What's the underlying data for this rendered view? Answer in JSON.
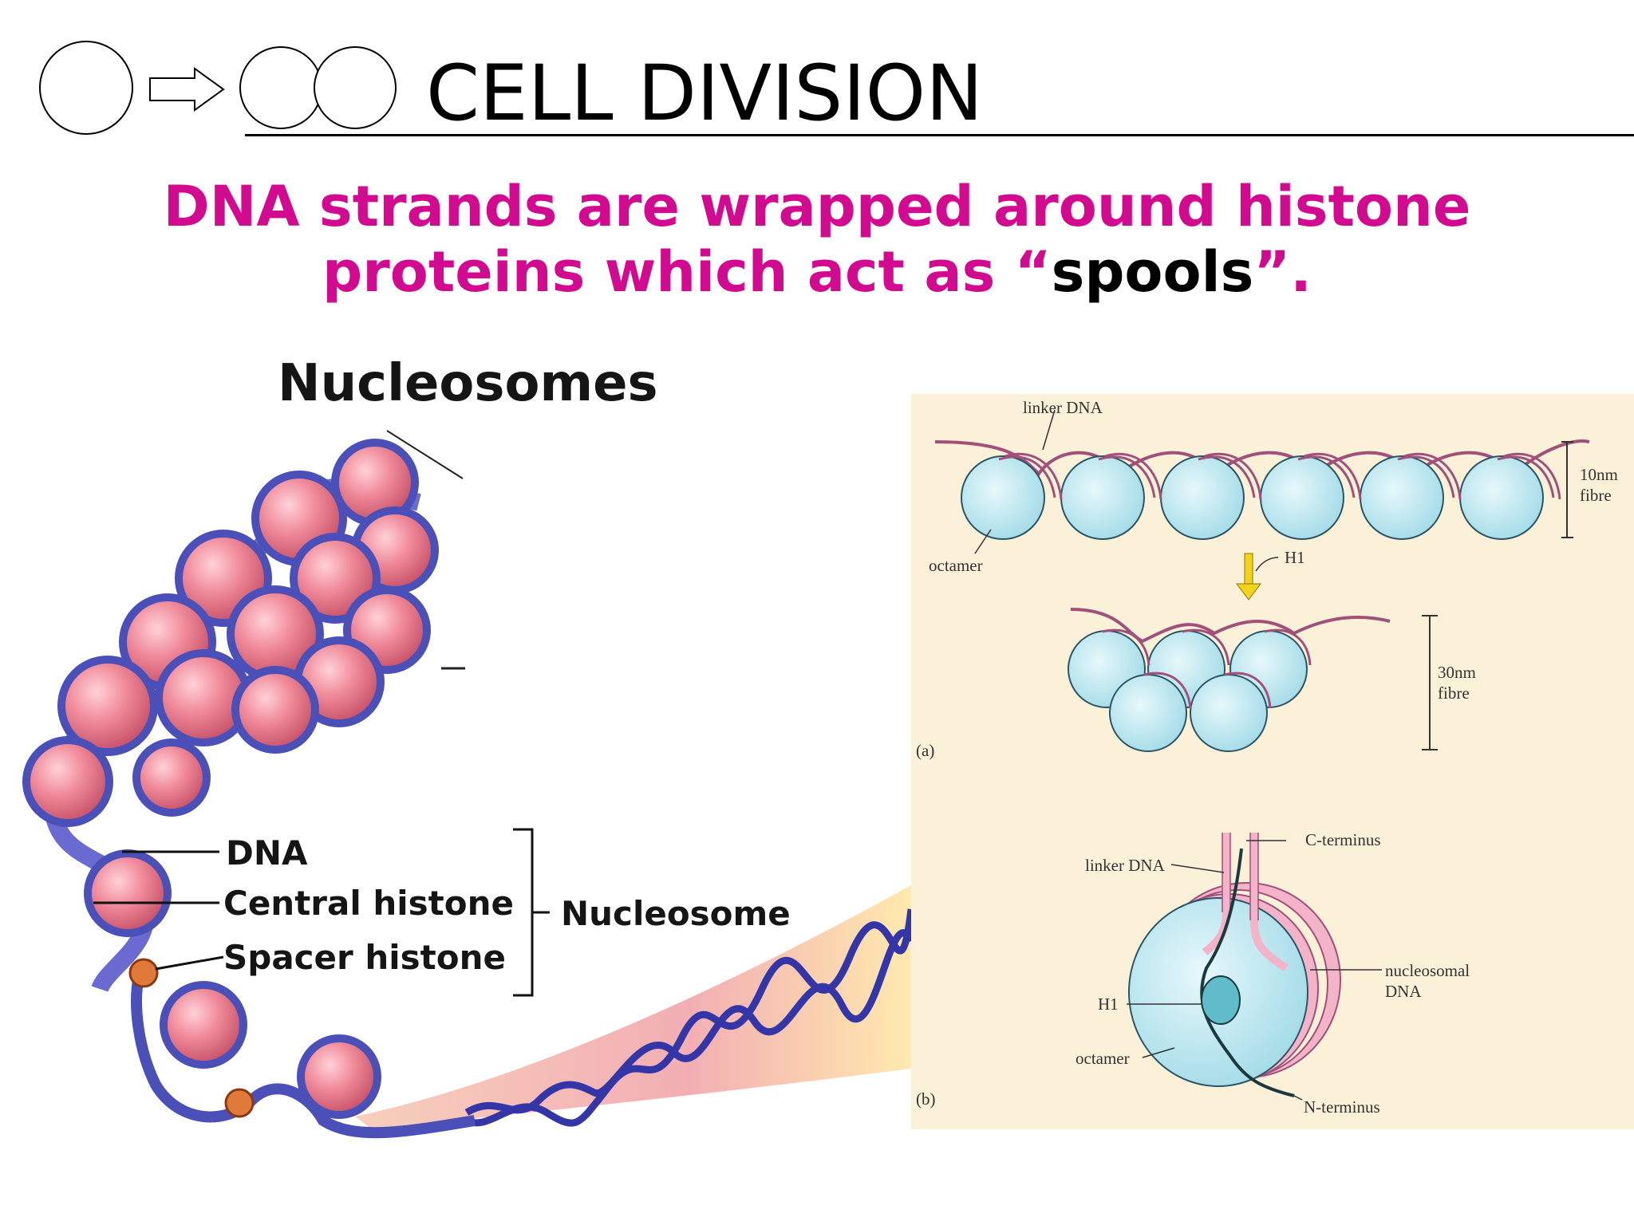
{
  "slide": {
    "title": "CELL DIVISION",
    "subtitle_pink_1": "DNA strands are wrapped around histone",
    "subtitle_pink_2": "proteins which act as “",
    "subtitle_black": "spools",
    "subtitle_end": "”."
  },
  "left_figure": {
    "heading": "Nucleosomes",
    "labels": {
      "dna": "DNA",
      "central_histone": "Central histone",
      "spacer_histone": "Spacer histone",
      "nucleosome": "Nucleosome"
    }
  },
  "right_figure": {
    "panel_a": {
      "linker_dna": "linker DNA",
      "octamer": "octamer",
      "h1": "H1",
      "fibre_10_1": "10nm",
      "fibre_10_2": "fibre",
      "fibre_30_1": "30nm",
      "fibre_30_2": "fibre",
      "tag": "(a)"
    },
    "panel_b": {
      "c_terminus": "C-terminus",
      "linker_dna": "linker DNA",
      "nucleosomal_dna_1": "nucleosomal",
      "nucleosomal_dna_2": "DNA",
      "h1": "H1",
      "octamer": "octamer",
      "n_terminus": "N-terminus",
      "tag": "(b)"
    }
  },
  "colors": {
    "accent_pink": "#d10a8f",
    "panel_background": "#fbf1d9",
    "histone_pink": "#f08a9a",
    "dna_blue": "#4b4fb8",
    "octamer_cyan": "#bfe8f0",
    "arrow_yellow": "#f2d21c"
  },
  "icons": {
    "logo": [
      "circle-icon",
      "arrow-right-icon",
      "circle-icon",
      "circle-icon"
    ]
  }
}
